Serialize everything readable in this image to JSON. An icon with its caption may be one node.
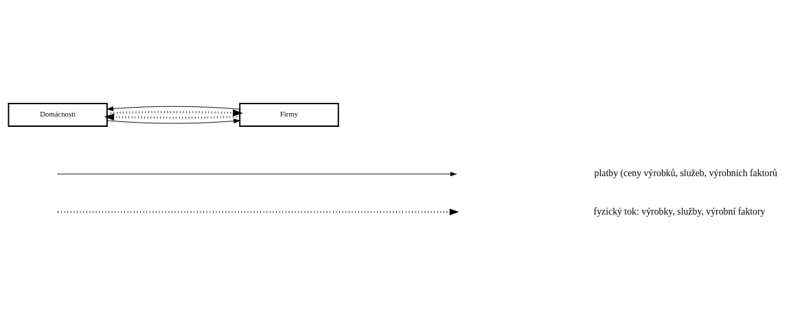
{
  "diagram": {
    "nodes": [
      {
        "text": [
          "Domácnosti"
        ]
      },
      {
        "text": [
          "Firmy"
        ]
      }
    ],
    "edges": [
      {
        "from": 0,
        "to": 1,
        "arrow": "to"
      },
      {
        "from": 1,
        "to": 0,
        "arrow": "to",
        "style": "dashed"
      },
      {
        "from": 0,
        "to": 1,
        "arrow": "to",
        "style": "dashed"
      },
      {
        "from": 1,
        "to": 0,
        "arrow": "to"
      }
    ],
    "legend": [
      {
        "text": "platby (ceny výrobků, služeb, výrobních faktorů"
      },
      {
        "text": "fyzický tok: výrobky, služby, výrobní faktory"
      }
    ]
  }
}
